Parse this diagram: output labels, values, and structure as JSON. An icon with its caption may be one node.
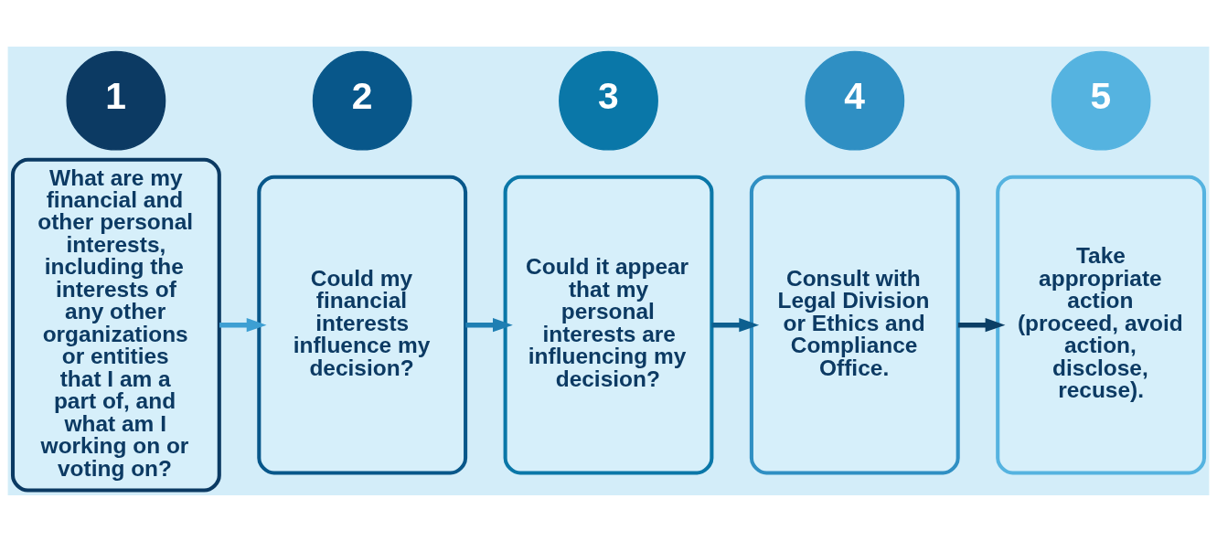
{
  "diagram": {
    "nodes": [
      {
        "text": [
          "1"
        ]
      },
      {
        "text": [
          "What are my financial and other personal interests, including the interests of any other organizations or entities that I am a part of, and what am I working on or voting on?"
        ]
      },
      {
        "text": [
          "2"
        ]
      },
      {
        "text": [
          "Could my financial interests influence my decision?"
        ]
      },
      {
        "text": [
          "3"
        ]
      },
      {
        "text": [
          "Could it appear that my personal interests are influencing my decision?"
        ]
      },
      {
        "text": [
          "4"
        ]
      },
      {
        "text": [
          "Consult with Legal Division or Ethics and Compliance Office."
        ]
      },
      {
        "text": [
          "5"
        ]
      },
      {
        "text": [
          "Take appropriate action (proceed, avoid action, disclose, recuse)."
        ]
      }
    ],
    "edges": [
      {
        "from": 1,
        "to": 3,
        "arrow": "to",
        "color": "#3d9fd3"
      },
      {
        "from": 3,
        "to": 5,
        "arrow": "to",
        "color": "#1f7fb3"
      },
      {
        "from": 5,
        "to": 7,
        "arrow": "to",
        "color": "#0d5f8f"
      },
      {
        "from": 7,
        "to": 9,
        "arrow": "to",
        "color": "#0b3f66"
      }
    ]
  }
}
